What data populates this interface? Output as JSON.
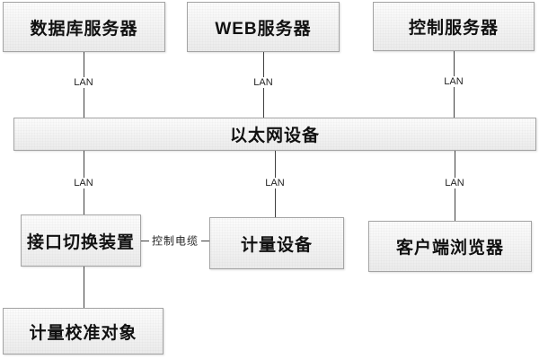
{
  "diagram": {
    "title": "metering-system-network-diagram",
    "nodes": {
      "database_server": {
        "label": "数据库服务器"
      },
      "web_server": {
        "label": "WEB服务器"
      },
      "control_server": {
        "label": "控制服务器"
      },
      "ethernet_device": {
        "label": "以太网设备"
      },
      "interface_switch": {
        "label": "接口切换装置"
      },
      "metering_device": {
        "label": "计量设备"
      },
      "client_browser": {
        "label": "客户端浏览器"
      },
      "calibration_object": {
        "label": "计量校准对象"
      }
    },
    "edge_labels": {
      "lan": "LAN",
      "control_cable": "控制电缆"
    },
    "edges": [
      {
        "from": "database_server",
        "to": "ethernet_device",
        "label": "LAN"
      },
      {
        "from": "web_server",
        "to": "ethernet_device",
        "label": "LAN"
      },
      {
        "from": "control_server",
        "to": "ethernet_device",
        "label": "LAN"
      },
      {
        "from": "ethernet_device",
        "to": "interface_switch",
        "label": "LAN"
      },
      {
        "from": "ethernet_device",
        "to": "metering_device",
        "label": "LAN"
      },
      {
        "from": "ethernet_device",
        "to": "client_browser",
        "label": "LAN"
      },
      {
        "from": "interface_switch",
        "to": "metering_device",
        "label": "控制电缆"
      },
      {
        "from": "interface_switch",
        "to": "calibration_object",
        "label": ""
      }
    ],
    "colors": {
      "box_border": "#a3a3a3",
      "box_fill_top": "#fcfcfc",
      "box_fill_bottom": "#ebebeb",
      "line": "#3f3f3f",
      "text": "#111111",
      "background": "#ffffff"
    }
  }
}
